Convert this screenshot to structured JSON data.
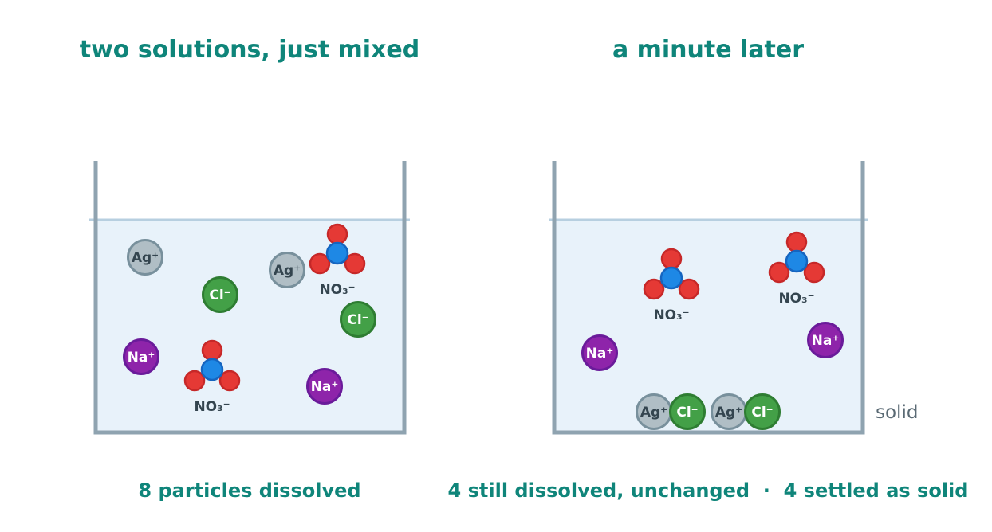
{
  "panels": {
    "before": {
      "title": "two solutions, just mixed",
      "caption": "8 particles dissolved"
    },
    "after": {
      "title": "a minute later",
      "caption": "4 still dissolved, unchanged  ·  4 settled as solid",
      "solid_label": "solid"
    }
  },
  "ions": {
    "silver": "Ag⁺",
    "chloride": "Cl⁻",
    "sodium": "Na⁺",
    "nitrate": "NO₃⁻"
  },
  "colors": {
    "title": "#0f857a",
    "beaker_wall": "#8fa3b0",
    "water_fill": "#e8f2fa",
    "water_line": "#b7cfe0",
    "silver_fill": "#b0bec5",
    "silver_stroke": "#78909c",
    "chloride_fill": "#43a047",
    "chloride_stroke": "#2e7d32",
    "sodium_fill": "#8e24aa",
    "sodium_stroke": "#6a1b9a",
    "oxygen_fill": "#e53935",
    "oxygen_stroke": "#c62828",
    "nitrogen_fill": "#1e88e5",
    "nitrogen_stroke": "#1565c0"
  },
  "particle_counts": {
    "before_dissolved": 8,
    "after_dissolved": 4,
    "after_solid": 4
  }
}
